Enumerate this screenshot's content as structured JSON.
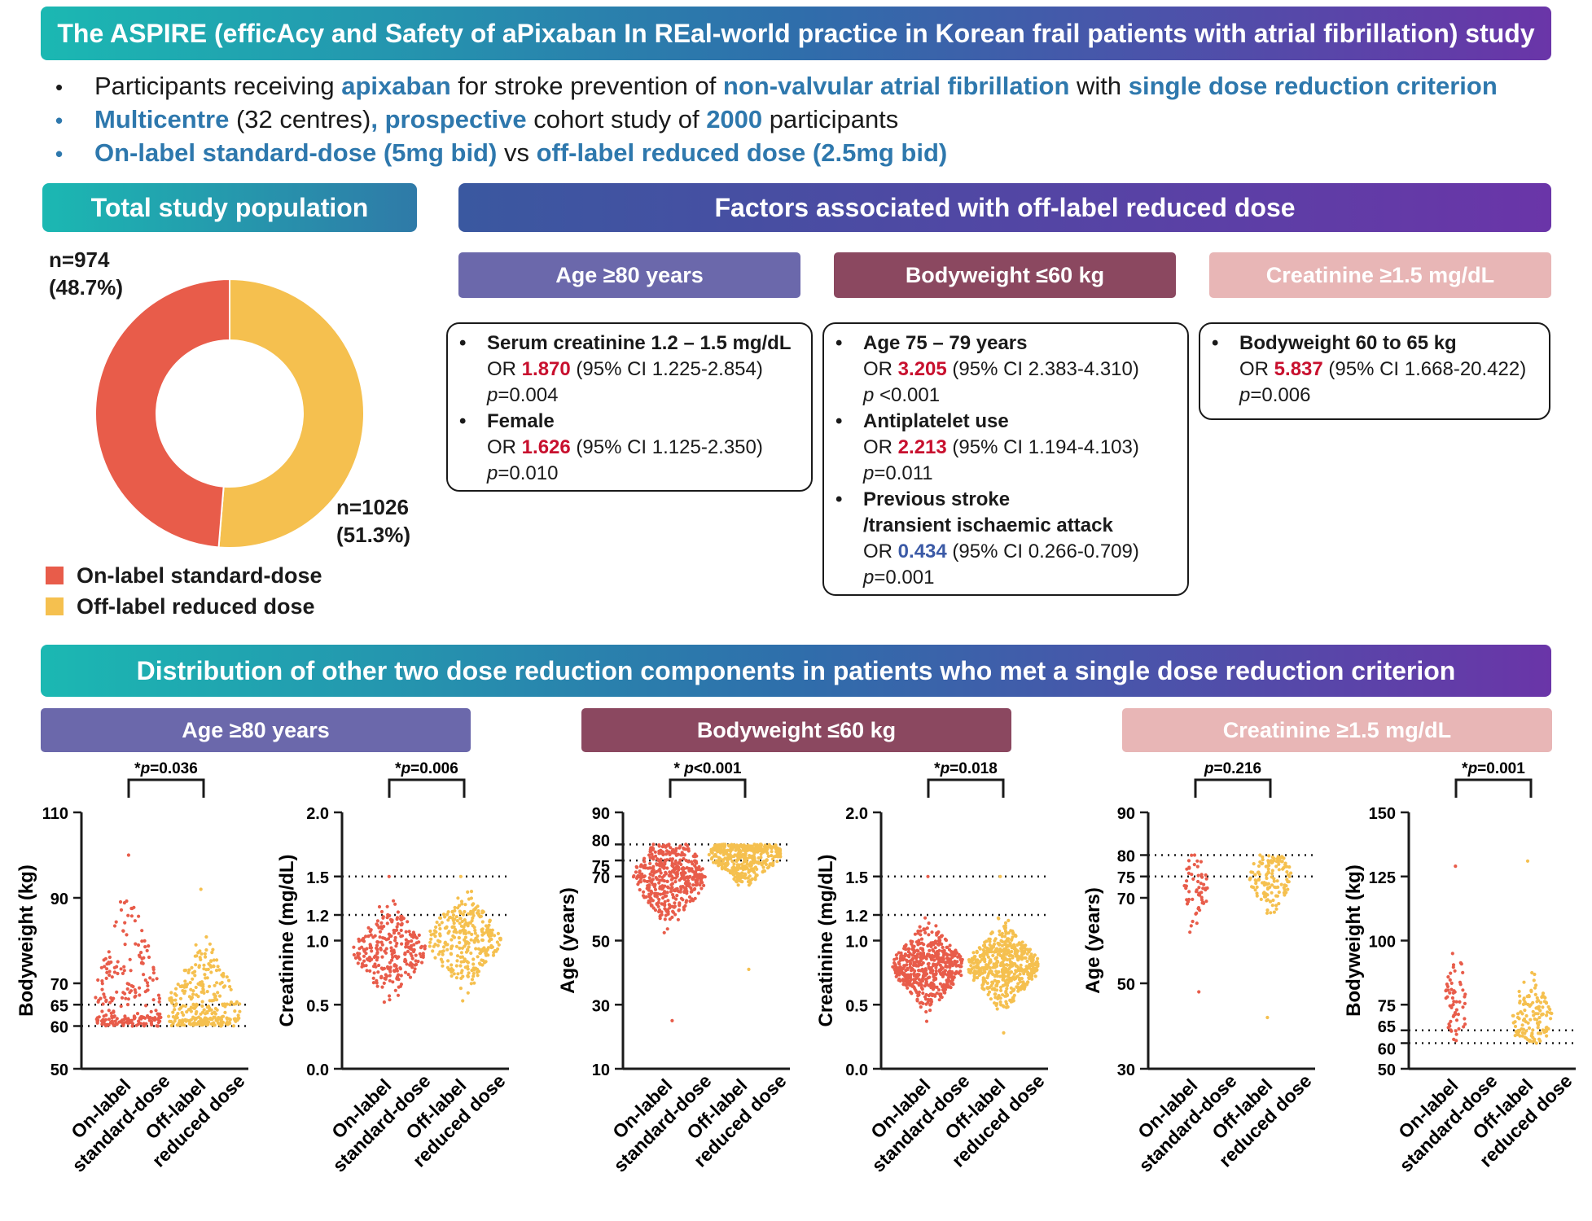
{
  "title": "The ASPIRE (efficAcy and Safety of aPixaban In REal-world practice in Korean frail patients with atrial fibrillation) study",
  "bullets": [
    {
      "marker": "•",
      "parts": [
        {
          "t": "Participants receiving ",
          "s": "plain"
        },
        {
          "t": "apixaban",
          "s": "blue"
        },
        {
          "t": " for stroke prevention of ",
          "s": "plain"
        },
        {
          "t": "non-valvular atrial fibrillation",
          "s": "blue"
        },
        {
          "t": " with ",
          "s": "plain"
        },
        {
          "t": "single dose reduction criterion",
          "s": "blue"
        }
      ]
    },
    {
      "marker": "•",
      "parts": [
        {
          "t": "Multicentre",
          "s": "blue"
        },
        {
          "t": " (32 centres)",
          "s": "plain"
        },
        {
          "t": ", prospective",
          "s": "blue"
        },
        {
          "t": " cohort study of ",
          "s": "plain"
        },
        {
          "t": "2000",
          "s": "blue"
        },
        {
          "t": " participants",
          "s": "plain"
        }
      ]
    },
    {
      "marker": "•",
      "parts": [
        {
          "t": "On-label standard-dose (5mg bid)",
          "s": "blue"
        },
        {
          "t": " vs ",
          "s": "plain"
        },
        {
          "t": "off-label reduced dose (2.5mg bid)",
          "s": "blue"
        }
      ]
    }
  ],
  "total": {
    "header": "Total study population",
    "label_on": [
      "n=974",
      "(48.7%)"
    ],
    "label_off": [
      "n=1026",
      "(51.3%)"
    ],
    "legend": [
      "On-label standard-dose",
      "Off-label reduced dose"
    ]
  },
  "factors": {
    "header": "Factors associated with off-label reduced dose",
    "groups": [
      {
        "name": "Age ≥80 years",
        "items": [
          {
            "head": [
              "Serum creatinine 1.2 – 1.5 mg/dL"
            ],
            "or": "1.870",
            "or_color": "red",
            "ci": " (95% CI 1.225-2.854)",
            "p": "=0.004"
          },
          {
            "head": [
              "Female"
            ],
            "or": "1.626",
            "or_color": "red",
            "ci": " (95% CI 1.125-2.350)",
            "p": "=0.010"
          }
        ]
      },
      {
        "name": "Bodyweight ≤60 kg",
        "items": [
          {
            "head": [
              "Age 75 – 79 years"
            ],
            "or": "3.205",
            "or_color": "red",
            "ci": " (95% CI 2.383-4.310)",
            "p": " <0.001"
          },
          {
            "head": [
              "Antiplatelet use"
            ],
            "or": "2.213",
            "or_color": "red",
            "ci": " (95% CI 1.194-4.103)",
            "p": "=0.011"
          },
          {
            "head": [
              "Previous stroke",
              "/transient ischaemic attack"
            ],
            "or": "0.434",
            "or_color": "navy",
            "ci": " (95% CI 0.266-0.709)",
            "p": "=0.001"
          }
        ]
      },
      {
        "name": "Creatinine ≥1.5 mg/dL",
        "items": [
          {
            "head": [
              "Bodyweight 60 to 65 kg"
            ],
            "or": "5.837",
            "or_color": "red",
            "ci": " (95% CI 1.668-20.422)",
            "p": "=0.006"
          }
        ]
      }
    ],
    "or_prefix": "OR ",
    "p_letter": "p"
  },
  "distribution": {
    "header": "Distribution of other two dose reduction components in patients who met a single dose reduction criterion",
    "group_names": [
      "Age ≥80 years",
      "Bodyweight ≤60 kg",
      "Creatinine ≥1.5 mg/dL"
    ]
  },
  "chart_data": [
    {
      "type": "pie",
      "categories": [
        "On-label standard-dose",
        "Off-label reduced dose"
      ],
      "values": [
        974,
        1026
      ],
      "percent": [
        48.7,
        51.3
      ],
      "labels": [
        "n=974 (48.7%)",
        "n=1026 (51.3%)"
      ],
      "colors": [
        "#e85c4a",
        "#f5c04f"
      ],
      "donut": true,
      "legend": "bottom-left"
    },
    {
      "type": "scatter",
      "group": "Age ≥80 years",
      "ylabel": "Bodyweight (kg)",
      "ylim": [
        50,
        110
      ],
      "ticks": [
        50,
        60,
        65,
        70,
        90,
        110
      ],
      "reflines": [
        60,
        65
      ],
      "categories": [
        "On-label standard-dose",
        "Off-label reduced dose"
      ],
      "p_label": {
        "pre": "*",
        "p": "p",
        "post": "=0.036"
      },
      "series": [
        {
          "name": "On-label standard-dose",
          "median": 66,
          "min": 60,
          "max": 100,
          "n": 230,
          "spread": 13
        },
        {
          "name": "Off-label reduced dose",
          "median": 64,
          "min": 60,
          "max": 92,
          "n": 300,
          "spread": 8
        }
      ]
    },
    {
      "type": "scatter",
      "group": "Age ≥80 years",
      "ylabel": "Creatinine  (mg/dL)",
      "ylim": [
        0.0,
        2.0
      ],
      "ticks": [
        0.0,
        0.5,
        1.0,
        1.2,
        1.5,
        2.0
      ],
      "reflines": [
        1.2,
        1.5
      ],
      "categories": [
        "On-label standard-dose",
        "Off-label reduced dose"
      ],
      "p_label": {
        "pre": "*",
        "p": "p",
        "post": "=0.006"
      },
      "series": [
        {
          "name": "On-label standard-dose",
          "median": 0.92,
          "min": 0.52,
          "max": 1.5,
          "n": 260,
          "spread": 0.2
        },
        {
          "name": "Off-label reduced dose",
          "median": 1.0,
          "min": 0.53,
          "max": 1.5,
          "n": 300,
          "spread": 0.2
        }
      ]
    },
    {
      "type": "scatter",
      "group": "Bodyweight ≤60 kg",
      "ylabel": "Age (years)",
      "ylim": [
        10,
        90
      ],
      "ticks": [
        10,
        30,
        50,
        70,
        75,
        80,
        90
      ],
      "reflines": [
        75,
        80
      ],
      "categories": [
        "On-label standard-dose",
        "Off-label reduced dose"
      ],
      "p_label": {
        "pre": "* ",
        "p": "p",
        "post": "<0.001"
      },
      "series": [
        {
          "name": "On-label standard-dose",
          "median": 70,
          "min": 25,
          "max": 80,
          "n": 450,
          "spread": 8
        },
        {
          "name": "Off-label reduced dose",
          "median": 77,
          "min": 41,
          "max": 80,
          "n": 420,
          "spread": 5
        }
      ]
    },
    {
      "type": "scatter",
      "group": "Bodyweight ≤60 kg",
      "ylabel": "Creatinine  (mg/dL)",
      "ylim": [
        0.0,
        2.0
      ],
      "ticks": [
        0.0,
        0.5,
        1.0,
        1.2,
        1.5,
        2.0
      ],
      "reflines": [
        1.2,
        1.5
      ],
      "categories": [
        "On-label standard-dose",
        "Off-label reduced dose"
      ],
      "p_label": {
        "pre": "*",
        "p": "p",
        "post": "=0.018"
      },
      "series": [
        {
          "name": "On-label standard-dose",
          "median": 0.8,
          "min": 0.37,
          "max": 1.5,
          "n": 520,
          "spread": 0.17
        },
        {
          "name": "Off-label reduced dose",
          "median": 0.8,
          "min": 0.28,
          "max": 1.5,
          "n": 520,
          "spread": 0.17
        }
      ]
    },
    {
      "type": "scatter",
      "group": "Creatinine ≥1.5 mg/dL",
      "ylabel": "Age (years)",
      "ylim": [
        30,
        90
      ],
      "ticks": [
        30,
        50,
        70,
        75,
        80,
        90
      ],
      "reflines": [
        75,
        80
      ],
      "categories": [
        "On-label standard-dose",
        "Off-label reduced dose"
      ],
      "p_label": {
        "pre": "",
        "p": "p",
        "post": "=0.216"
      },
      "series": [
        {
          "name": "On-label standard-dose",
          "median": 72,
          "min": 48,
          "max": 80,
          "n": 60,
          "spread": 6
        },
        {
          "name": "Off-label reduced dose",
          "median": 75,
          "min": 42,
          "max": 80,
          "n": 130,
          "spread": 5
        }
      ]
    },
    {
      "type": "scatter",
      "group": "Creatinine ≥1.5 mg/dL",
      "ylabel": "Bodyweight (kg)",
      "ylim": [
        50,
        150
      ],
      "ticks": [
        50,
        60,
        65,
        75,
        100,
        125,
        150
      ],
      "reflines": [
        60,
        65
      ],
      "categories": [
        "On-label standard-dose",
        "Off-label reduced dose"
      ],
      "p_label": {
        "pre": "*",
        "p": "p",
        "post": "=0.001"
      },
      "series": [
        {
          "name": "On-label standard-dose",
          "median": 76,
          "min": 61,
          "max": 129,
          "n": 60,
          "spread": 10
        },
        {
          "name": "Off-label reduced dose",
          "median": 70,
          "min": 60,
          "max": 131,
          "n": 130,
          "spread": 9
        }
      ]
    }
  ],
  "colors": {
    "on_label": "#e85c4a",
    "off_label": "#f5c04f",
    "age_pill": "#6b68ab",
    "bw_pill": "#8b4860",
    "cr_pill": "#e8b6b6",
    "blue_text": "#2e78ad",
    "or_red": "#c8102e",
    "or_navy": "#3b5aa6"
  }
}
